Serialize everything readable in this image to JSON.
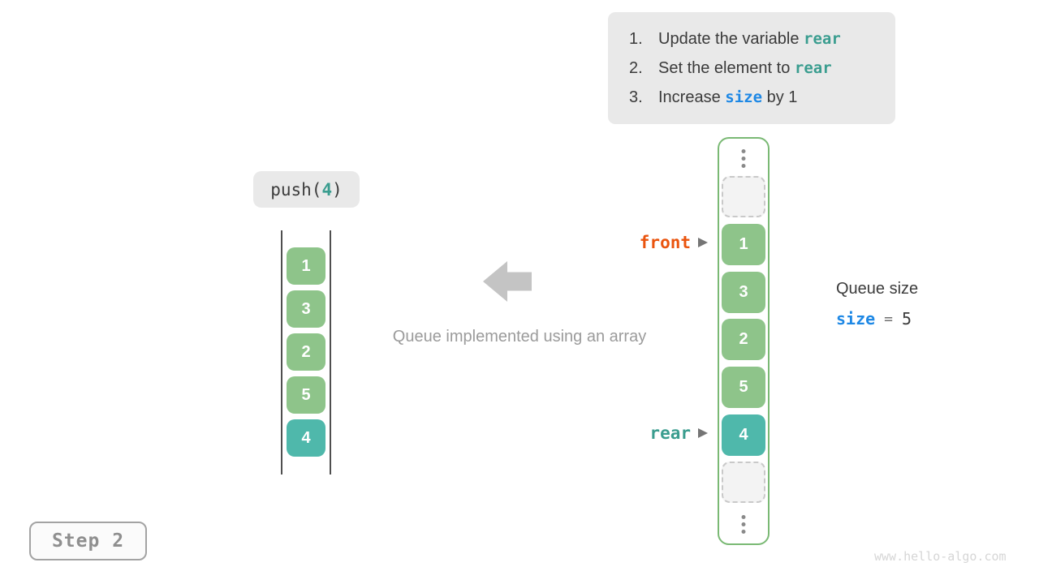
{
  "instructions": {
    "items": [
      {
        "num": "1.",
        "pre": "Update the variable ",
        "code": "rear",
        "post": ""
      },
      {
        "num": "2.",
        "pre": "Set the element to ",
        "code": "rear",
        "post": ""
      },
      {
        "num": "3.",
        "pre": "Increase ",
        "code": "size",
        "post": " by 1"
      }
    ]
  },
  "operation": {
    "func": "push(",
    "arg": "4",
    "close": ")"
  },
  "left_stack": {
    "cells": [
      "1",
      "3",
      "2",
      "5",
      "4"
    ]
  },
  "caption": "Queue implemented using an array",
  "queue_array": {
    "cells": [
      "",
      "1",
      "3",
      "2",
      "5",
      "4",
      ""
    ]
  },
  "pointers": {
    "front_label": "front",
    "rear_label": "rear"
  },
  "queue_size": {
    "title": "Queue size",
    "var": "size",
    "equals": "=",
    "value": "5"
  },
  "step_badge": "Step 2",
  "watermark": "www.hello-algo.com",
  "colors": {
    "cell_green": "#8ec48a",
    "cell_teal": "#4fb8ab",
    "container_border_green": "#7ab974",
    "front_orange": "#ea540e",
    "rear_teal": "#3a9d8f",
    "size_blue": "#1e88e5",
    "panel_gray": "#e9e9e9"
  }
}
